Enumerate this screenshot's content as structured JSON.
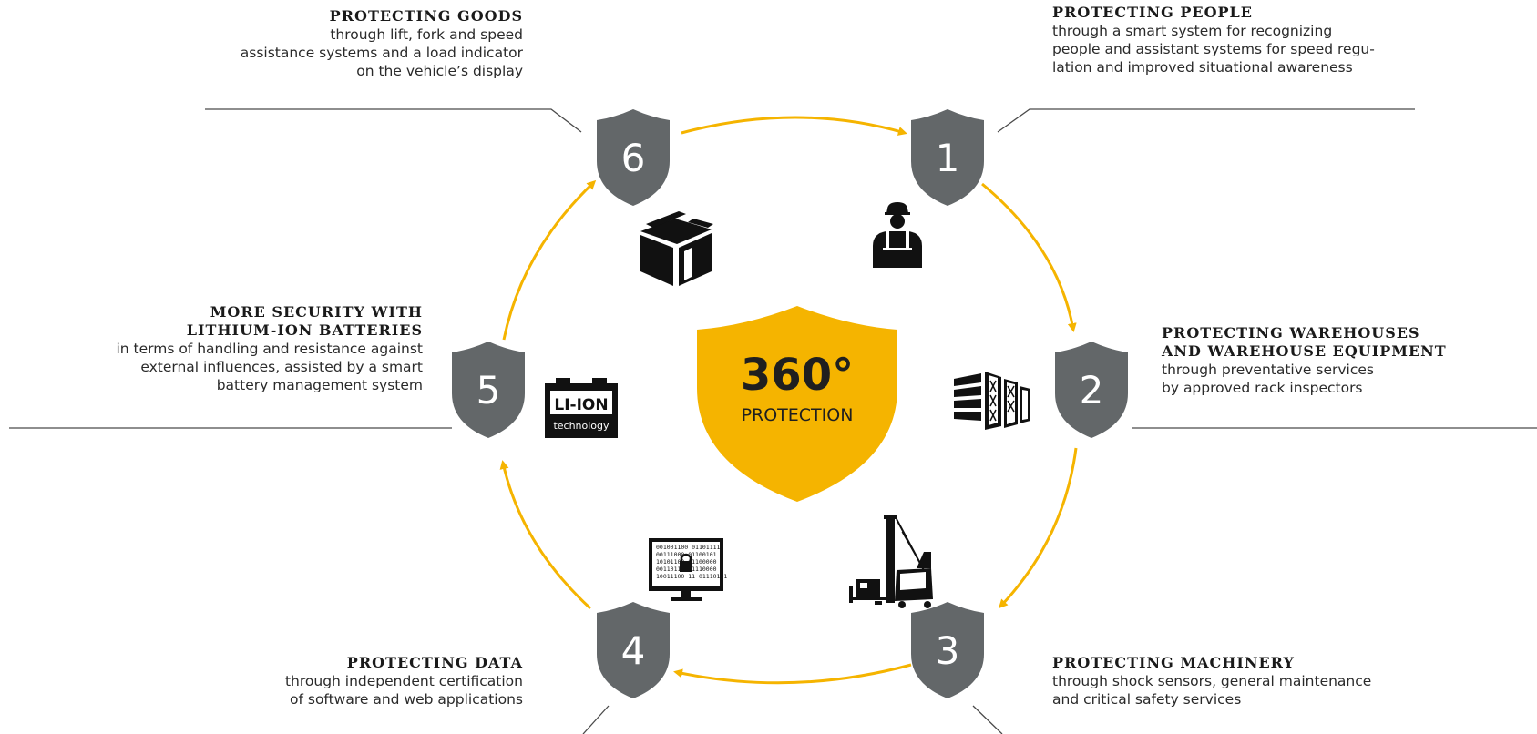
{
  "center": {
    "degrees": "360°",
    "label": "PROTECTION"
  },
  "colors": {
    "accent": "#f5b400",
    "shield": "#636769",
    "line": "#4a4a4a",
    "text": "#2a2a2a"
  },
  "items": [
    {
      "number": "1",
      "title_lines": [
        "PROTECTING PEOPLE"
      ],
      "desc_lines": [
        "through a smart system for recognizing",
        "people and assistant systems for speed regu-",
        "lation and improved situational awareness"
      ],
      "icon": "worker-icon"
    },
    {
      "number": "2",
      "title_lines": [
        "PROTECTING WAREHOUSES",
        "AND WAREHOUSE EQUIPMENT"
      ],
      "desc_lines": [
        "through preventative services",
        "by approved rack inspectors"
      ],
      "icon": "racks-icon"
    },
    {
      "number": "3",
      "title_lines": [
        "PROTECTING MACHINERY"
      ],
      "desc_lines": [
        "through shock sensors, general maintenance",
        "and critical safety services"
      ],
      "icon": "forklift-icon"
    },
    {
      "number": "4",
      "title_lines": [
        "PROTECTING DATA"
      ],
      "desc_lines": [
        "through independent certification",
        "of software and web applications"
      ],
      "icon": "monitor-lock-icon",
      "binary_lines": [
        "001001100 01101111",
        "00111000 01100101",
        "10101100 01100000",
        "00110111 01110000",
        "10011100 11 01110101"
      ]
    },
    {
      "number": "5",
      "title_lines": [
        "MORE SECURITY WITH",
        "LITHIUM-ION BATTERIES"
      ],
      "desc_lines": [
        "in terms of handling and resistance against",
        "external influences, assisted by a smart",
        "battery management system"
      ],
      "icon": "battery-icon",
      "battery_text": {
        "main": "LI-ION",
        "sub": "technology"
      }
    },
    {
      "number": "6",
      "title_lines": [
        "PROTECTING GOODS"
      ],
      "desc_lines": [
        "through lift, fork and speed",
        "assistance systems and a load indicator",
        "on the vehicle’s display"
      ],
      "icon": "box-icon"
    }
  ]
}
